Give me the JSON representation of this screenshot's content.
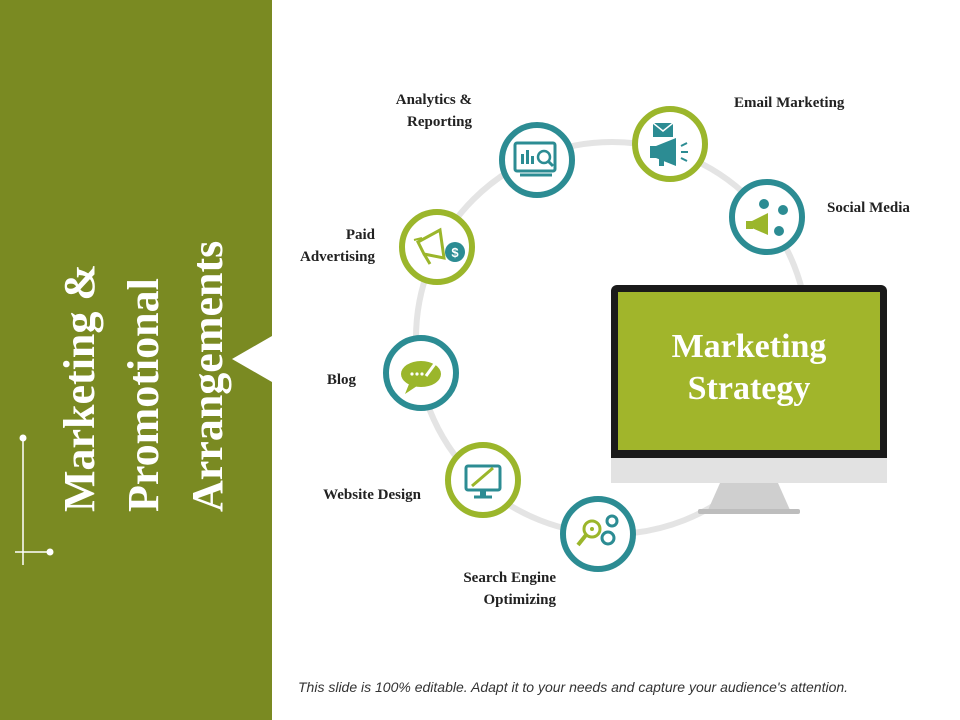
{
  "slide": {
    "title": "Marketing & Promotional Arrangements",
    "title_lines": [
      "Marketing &",
      "Promotional",
      "Arrangements"
    ],
    "center_title_lines": [
      "Marketing",
      "Strategy"
    ],
    "footer": "This slide is 100% editable. Adapt it to your needs and capture your audience's attention."
  },
  "nodes": [
    {
      "label_lines": [
        "Analytics &",
        "Reporting"
      ],
      "icon": "analytics-icon",
      "ring": "teal"
    },
    {
      "label_lines": [
        "Email Marketing"
      ],
      "icon": "email-megaphone-icon",
      "ring": "green"
    },
    {
      "label_lines": [
        "Social Media"
      ],
      "icon": "social-media-icon",
      "ring": "teal"
    },
    {
      "label_lines": [
        "Paid",
        "Advertising"
      ],
      "icon": "paid-advertising-icon",
      "ring": "green"
    },
    {
      "label_lines": [
        "Blog"
      ],
      "icon": "blog-icon",
      "ring": "teal"
    },
    {
      "label_lines": [
        "Website Design"
      ],
      "icon": "website-design-icon",
      "ring": "green"
    },
    {
      "label_lines": [
        "Search Engine",
        "Optimizing"
      ],
      "icon": "seo-icon",
      "ring": "teal"
    }
  ],
  "colors": {
    "sidebar": "#7a8a22",
    "green": "#9bb62b",
    "teal": "#2c8c93",
    "screen": "#a1b52b",
    "ring_track": "#e4e4e4"
  }
}
